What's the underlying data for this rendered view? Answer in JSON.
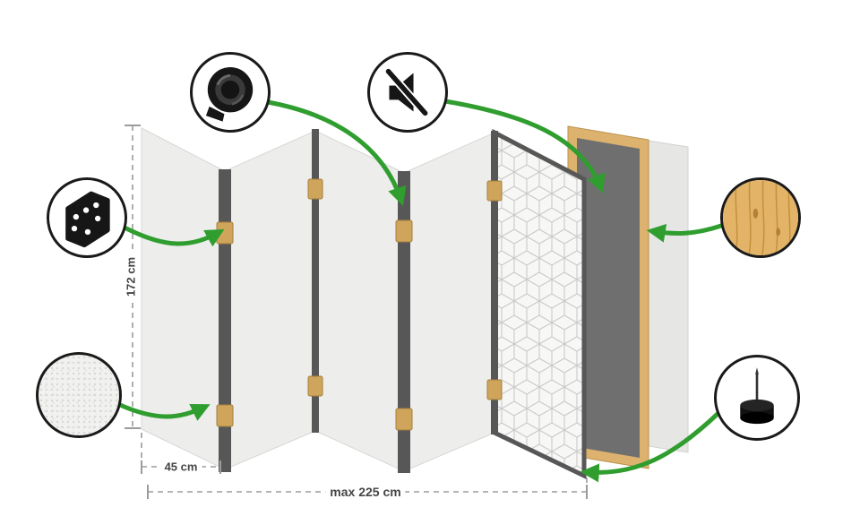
{
  "colors": {
    "green": "#2f9e2f",
    "panel": "#ededeb",
    "panel_edge": "#575757",
    "hinge": "#cfa55c",
    "hinge_border": "#a5803c",
    "wood_frame": "#dcb26e",
    "wood_frame_border": "#bb924c",
    "acoustic_core": "#6f6f6f",
    "back_panel": "#e6e6e4",
    "pattern_bg": "#f7f7f5",
    "pattern_line": "#c9c9c7",
    "dim_line": "#9b9b9b",
    "dim_text": "#454545",
    "circle_border": "#1a1a1a",
    "icon_black": "#161616",
    "wood_fill": "#e3b467",
    "wood_grain": "#c2913f",
    "fleece_bg": "#f1f1ef"
  },
  "dimensions": {
    "height": "172 cm",
    "panel_width": "45 cm",
    "total_width": "max 225 cm"
  },
  "callouts": {
    "tape": {
      "icon": "adhesive-tape-icon"
    },
    "mute": {
      "icon": "muted-speaker-icon"
    },
    "hinge": {
      "icon": "hinge-icon"
    },
    "fleece": {
      "icon": "fleece-texture-icon"
    },
    "wood": {
      "icon": "wood-texture-icon"
    },
    "foot": {
      "icon": "felt-foot-pin-icon"
    }
  }
}
